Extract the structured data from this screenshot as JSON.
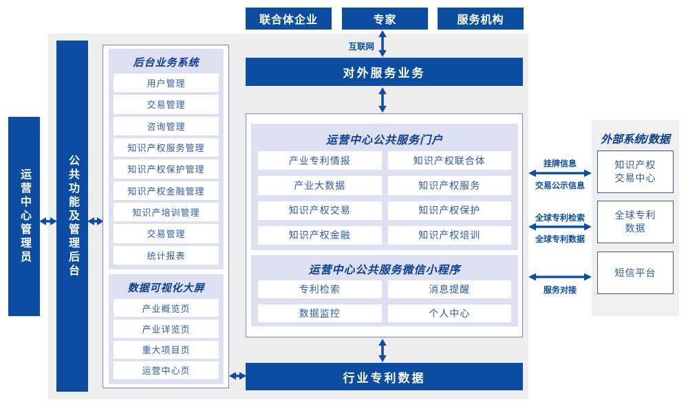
{
  "diagram": {
    "actors": [
      "联合体企业",
      "专家",
      "服务机构"
    ],
    "internet_label": "互联网",
    "external_service_bar": "对外服务业务",
    "industry_bar": "行业专利数据",
    "admin_bar": "运营中心管理员",
    "functions_bar": "公共功能及管理后台",
    "backend": {
      "title": "后台业务系统",
      "items": [
        "用户管理",
        "交易管理",
        "咨询管理",
        "知识产权服务管理",
        "知识产权保护管理",
        "知识产权金融管理",
        "知识产培训管理",
        "交易管理",
        "统计报表"
      ]
    },
    "dashboard": {
      "title": "数据可视化大屏",
      "items": [
        "产业概览页",
        "产业详览页",
        "重大项目页",
        "运营中心页"
      ]
    },
    "portal": {
      "title": "运营中心公共服务门户",
      "items": [
        "产业专利情报",
        "知识产权联合体",
        "产业大数据",
        "知识产权服务",
        "知识产权交易",
        "知识产权保护",
        "知识产权金融",
        "知识产权培训"
      ]
    },
    "miniprogram": {
      "title": "运营中心公共服务微信小程序",
      "items": [
        "专利检索",
        "消息提醒",
        "数据监控",
        "个人中心"
      ]
    },
    "external": {
      "title": "外部系统/数据",
      "systems": [
        "知识产权\n交易中心",
        "全球专利\n数据",
        "短信平台"
      ],
      "links": [
        {
          "top": "挂牌信息",
          "bottom": "交易公示信息"
        },
        {
          "top": "全球专利检索",
          "bottom": "全球专利数据"
        },
        {
          "top": "",
          "bottom": "服务对接"
        }
      ]
    },
    "colors": {
      "primary": "#0D4DA1",
      "panel_lavender": "#DCE0F0",
      "canvas_gray": "#EDEDEE",
      "item_text": "#2E5AA9",
      "title_text": "#0B3E91"
    }
  }
}
